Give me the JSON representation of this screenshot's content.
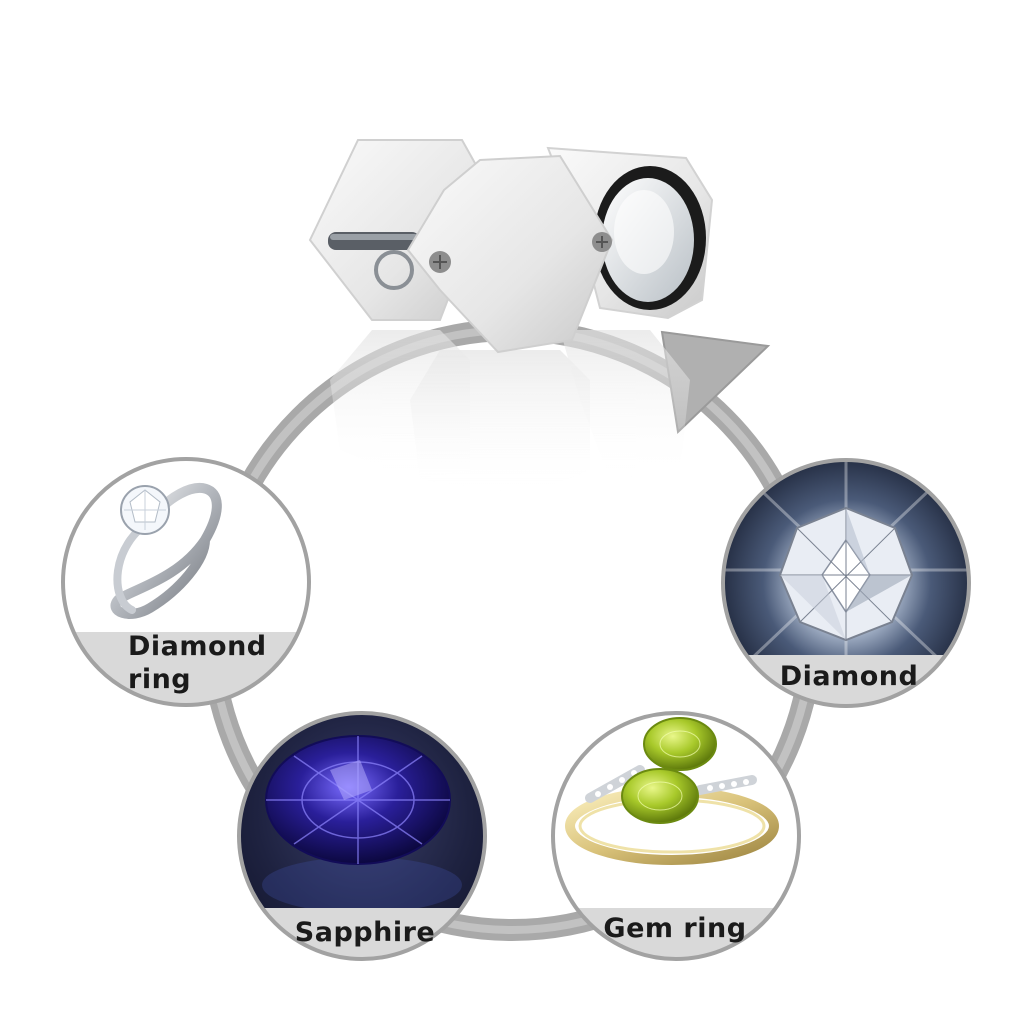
{
  "colors": {
    "ring_gray": "#a9a9a9",
    "circle_border": "#a2a2a2",
    "label_band": "#d9d9d9",
    "text": "#1a1a1a",
    "loupe_body": "#ececec",
    "sapphire_blue": "#2a1f9a",
    "peridot_green": "#a8c92a",
    "gold": "#d9c27a"
  },
  "items": {
    "diamond_ring": {
      "label_line1": "Diamond",
      "label_line2": "ring",
      "icon": "diamond-ring-icon"
    },
    "diamond": {
      "label": "Diamond",
      "icon": "diamond-gem-icon"
    },
    "sapphire": {
      "label": "Sapphire",
      "icon": "sapphire-gem-icon"
    },
    "gem_ring": {
      "label": "Gem ring",
      "icon": "gem-ring-icon"
    }
  },
  "loupe": {
    "icon": "jewelers-loupe-icon"
  }
}
